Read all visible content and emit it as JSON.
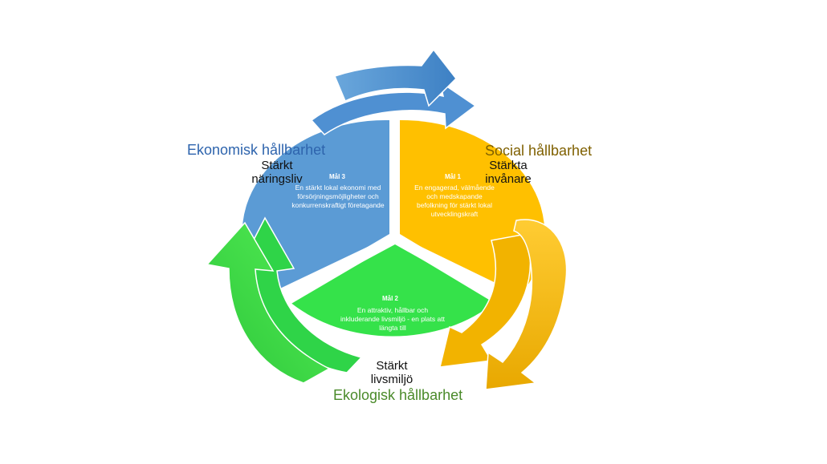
{
  "colors": {
    "economic": "#5b9bd5",
    "social": "#ffc000",
    "ecological": "#3be84f",
    "economic_title": "#2e64ad",
    "social_title": "#7f6000",
    "ecological_title": "#4a8a2a"
  },
  "dimensions": {
    "economic": "Ekonomisk hållbarhet",
    "social": "Social hållbarhet",
    "ecological": "Ekologisk hållbarhet"
  },
  "goals": {
    "goal1": {
      "name": "Stärkta\ninvånare",
      "heading": "Mål 1",
      "description": "En engagerad, välmående och medskapande befolkning för stärkt lokal utvecklingskraft"
    },
    "goal2": {
      "name": "Stärkt\nlivsmiljö",
      "heading": "Mål 2",
      "description": "En attraktiv, hållbar och inkluderande livsmiljö - en plats att längta till"
    },
    "goal3": {
      "name": "Stärkt\nnäringsliv",
      "heading": "Mål 3",
      "description": "En stärkt lokal ekonomi med försörjningsmöjligheter och konkurrenskraftigt företagande"
    }
  }
}
